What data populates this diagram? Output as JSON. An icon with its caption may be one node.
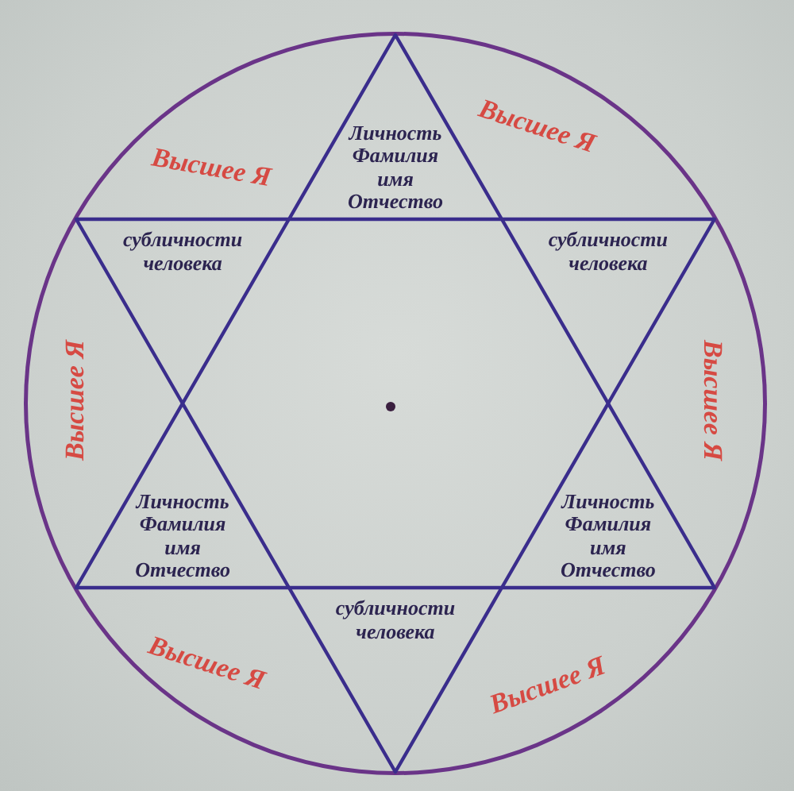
{
  "diagram": {
    "nodes": [
      {
        "text": [
          "Высшее Я",
          "Высшее Я",
          "Высшее Я",
          "Высшее Я",
          "Высшее Я",
          "Высшее Я"
        ]
      },
      {
        "text": [
          "Личность Фамилия имя Отчество"
        ],
        "in": 0
      },
      {
        "text": [
          "субличности человека"
        ],
        "in": 0
      },
      {
        "text": [
          "субличности человека"
        ],
        "in": 0
      },
      {
        "text": [
          "Личность Фамилия имя Отчество"
        ],
        "in": 0
      },
      {
        "text": [
          "Личность Фамилия имя Отчество"
        ],
        "in": 0
      },
      {
        "text": [
          "субличности человека"
        ],
        "in": 0
      }
    ]
  }
}
